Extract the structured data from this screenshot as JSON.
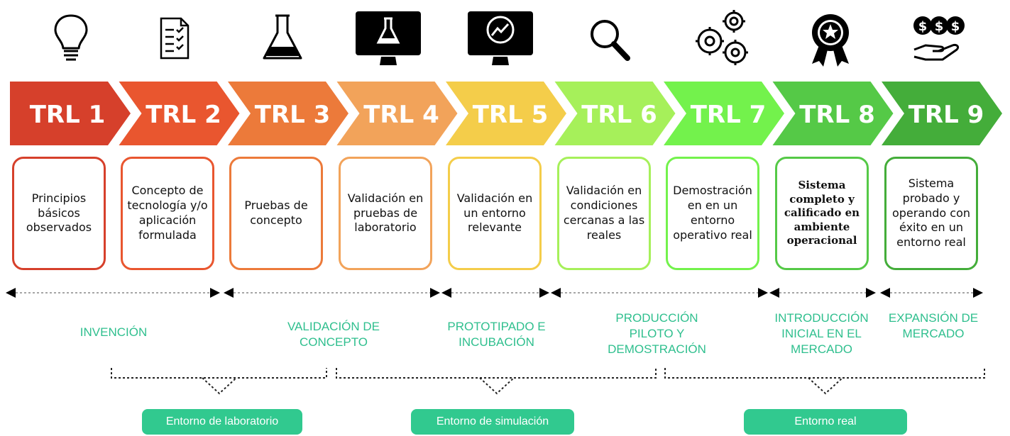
{
  "icons": [
    "lightbulb-icon",
    "checklist-icon",
    "flask-icon",
    "monitor-flask-icon",
    "monitor-chart-icon",
    "magnifier-icon",
    "gears-icon",
    "medal-icon",
    "money-hand-icon"
  ],
  "levels": [
    {
      "label": "TRL 1",
      "color": "#d6402b",
      "desc": "Principios básicos observados"
    },
    {
      "label": "TRL 2",
      "color": "#e9562f",
      "desc": "Concepto de tecnología y/o aplicación formulada"
    },
    {
      "label": "TRL 3",
      "color": "#ec7a3a",
      "desc": "Pruebas de concepto"
    },
    {
      "label": "TRL 4",
      "color": "#f2a35a",
      "desc": "Validación en pruebas de laboratorio"
    },
    {
      "label": "TRL 5",
      "color": "#f4cd4a",
      "desc": "Validación en un entorno relevante"
    },
    {
      "label": "TRL 6",
      "color": "#a6f05a",
      "desc": "Validación en condiciones cercanas a las reales"
    },
    {
      "label": "TRL 7",
      "color": "#73f24c",
      "desc": "Demostración en en un entorno operativo real"
    },
    {
      "label": "TRL 8",
      "color": "#55c947",
      "desc": "Sistema completo y calificado en ambiente operacional"
    },
    {
      "label": "TRL 9",
      "color": "#44ad3a",
      "desc": "Sistema probado y operando con éxito en un entorno real"
    }
  ],
  "phases": [
    "INVENCIÓN",
    "VALIDACIÓN DE CONCEPTO",
    "PROTOTIPADO E INCUBACIÓN",
    "PRODUCCIÓN PILOTO Y DEMOSTRACIÓN",
    "INTRODUCCIÓN INICIAL EN EL MERCADO",
    "EXPANSIÓN DE MERCADO"
  ],
  "environments": [
    "Entorno de laboratorio",
    "Entorno de simulación",
    "Entorno real"
  ],
  "colors": {
    "phase_text": "#2fbf8e",
    "env_pill": "#31c98f",
    "text": "#111111"
  }
}
